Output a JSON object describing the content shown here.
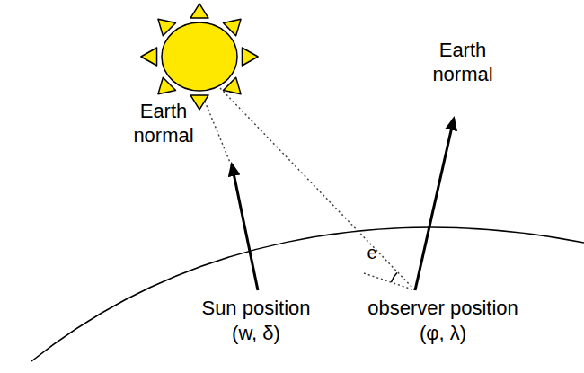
{
  "diagram": {
    "labels": [
      "Earth normal",
      "Earth normal",
      "Sun position",
      "(w, δ)",
      "observer position",
      "(φ, λ)",
      "e"
    ]
  }
}
